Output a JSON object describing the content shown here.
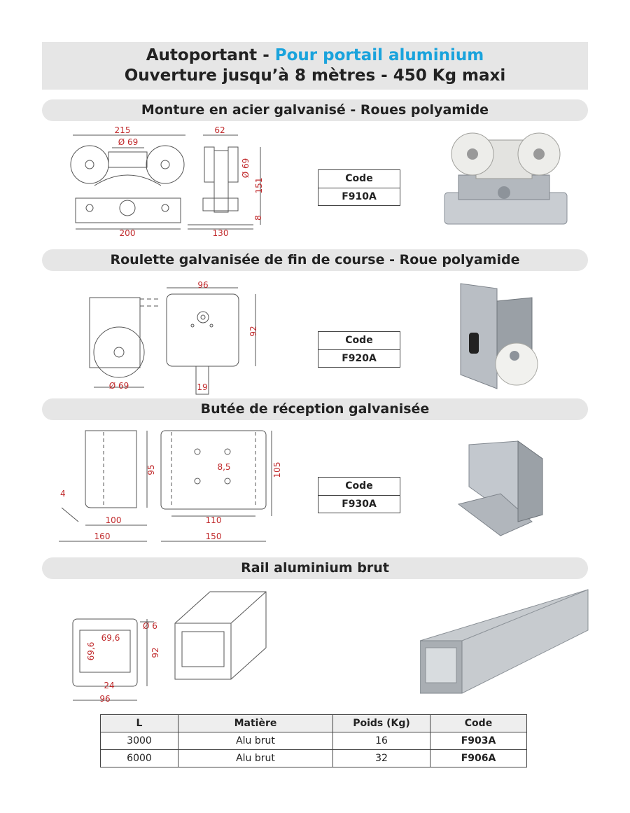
{
  "header": {
    "line1_main": "Autoportant - ",
    "line1_accent": "Pour portail aluminium",
    "line2": "Ouverture jusqu’à 8 mètres - 450 Kg maxi",
    "accent_color": "#1aa3dc"
  },
  "sections": [
    {
      "title": "Monture en acier galvanisé - Roues polyamide",
      "code_header": "Code",
      "code": "F910A",
      "dims": {
        "d215": "215",
        "d69a": "Ø 69",
        "d200": "200",
        "d62": "62",
        "d69b": "Ø 69",
        "d151": "151",
        "d8": "8",
        "d130": "130"
      }
    },
    {
      "title": "Roulette galvanisée de fin de course - Roue polyamide",
      "code_header": "Code",
      "code": "F920A",
      "dims": {
        "d96": "96",
        "d92": "92",
        "d69": "Ø 69",
        "d19": "19"
      }
    },
    {
      "title": "Butée de réception galvanisée",
      "code_header": "Code",
      "code": "F930A",
      "dims": {
        "d95": "95",
        "d4": "4",
        "d100": "100",
        "d160": "160",
        "d85": "8,5",
        "d105": "105",
        "d110": "110",
        "d150": "150"
      }
    },
    {
      "title": "Rail aluminium brut",
      "dims": {
        "d6": "Ø 6",
        "d696a": "69,6",
        "d696b": "69,6",
        "d92": "92",
        "d24": "24",
        "d96": "96"
      }
    }
  ],
  "table": {
    "headers": [
      "L",
      "Matière",
      "Poids (Kg)",
      "Code"
    ],
    "rows": [
      [
        "3000",
        "Alu brut",
        "16",
        "F903A"
      ],
      [
        "6000",
        "Alu brut",
        "32",
        "F906A"
      ]
    ]
  }
}
